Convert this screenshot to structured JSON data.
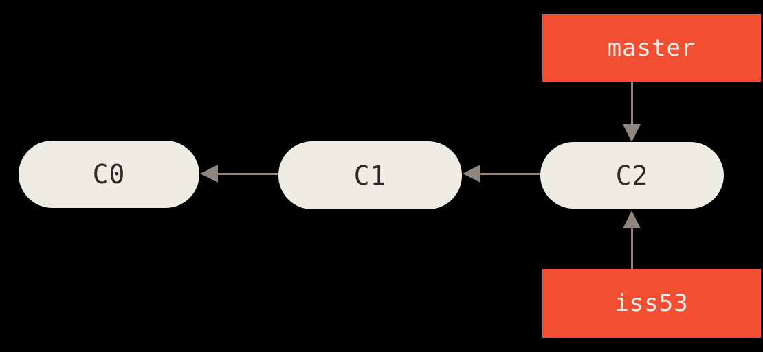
{
  "diagram_type": "git-commit-graph",
  "colors": {
    "background": "#000000",
    "node_fill": "#EEEDE4",
    "node_text": "#2E2A25",
    "branch_fill": "#F14E32",
    "branch_text": "#F2EEE8",
    "arrow": "#8F877D"
  },
  "commits": [
    {
      "id": "C0"
    },
    {
      "id": "C1"
    },
    {
      "id": "C2"
    }
  ],
  "branches": [
    {
      "name": "master",
      "points_to": "C2"
    },
    {
      "name": "iss53",
      "points_to": "C2"
    }
  ],
  "edges": [
    {
      "from": "C1",
      "to": "C0",
      "direction": "left"
    },
    {
      "from": "C2",
      "to": "C1",
      "direction": "left"
    },
    {
      "from": "master",
      "to": "C2",
      "direction": "down"
    },
    {
      "from": "iss53",
      "to": "C2",
      "direction": "up"
    }
  ]
}
